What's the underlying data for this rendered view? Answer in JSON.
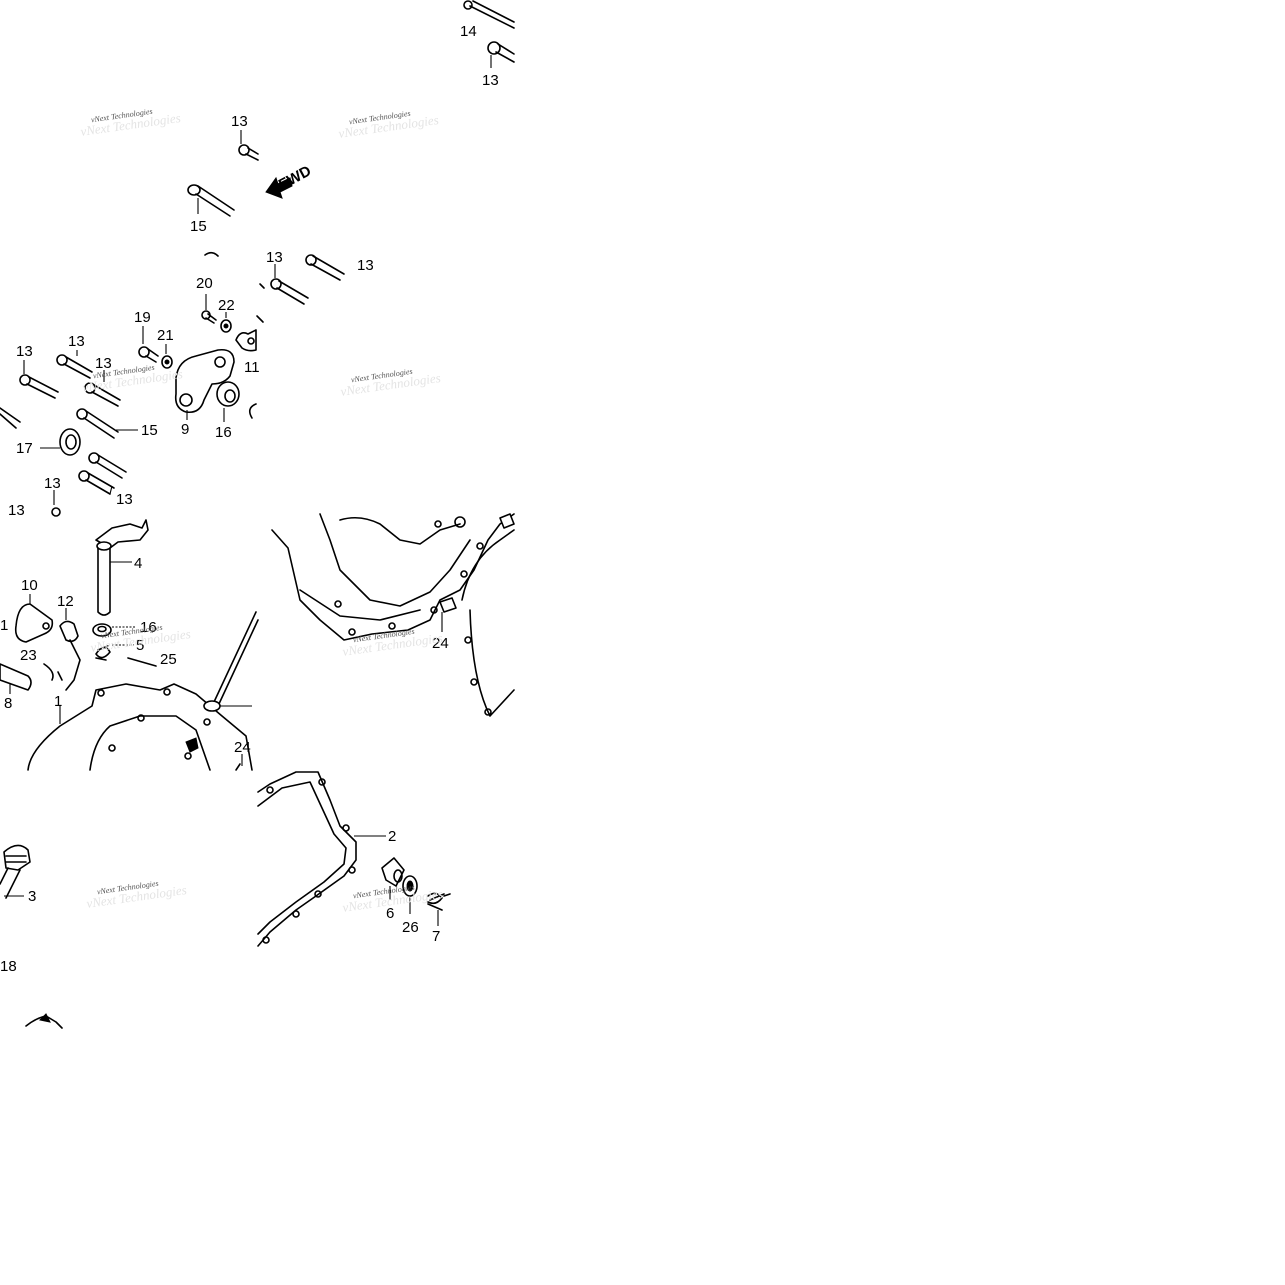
{
  "diagram": {
    "fwd_label": "FWD",
    "watermark": "vNext Technologies",
    "callouts": [
      "14",
      "13",
      "13",
      "15",
      "13",
      "13",
      "20",
      "22",
      "19",
      "21",
      "11",
      "13",
      "13",
      "13",
      "9",
      "16",
      "15",
      "17",
      "13",
      "13",
      "13",
      "4",
      "10",
      "12",
      "16",
      "5",
      "25",
      "23",
      "8",
      "1",
      "24",
      "24",
      "2",
      "3",
      "6",
      "26",
      "7",
      "18"
    ]
  }
}
